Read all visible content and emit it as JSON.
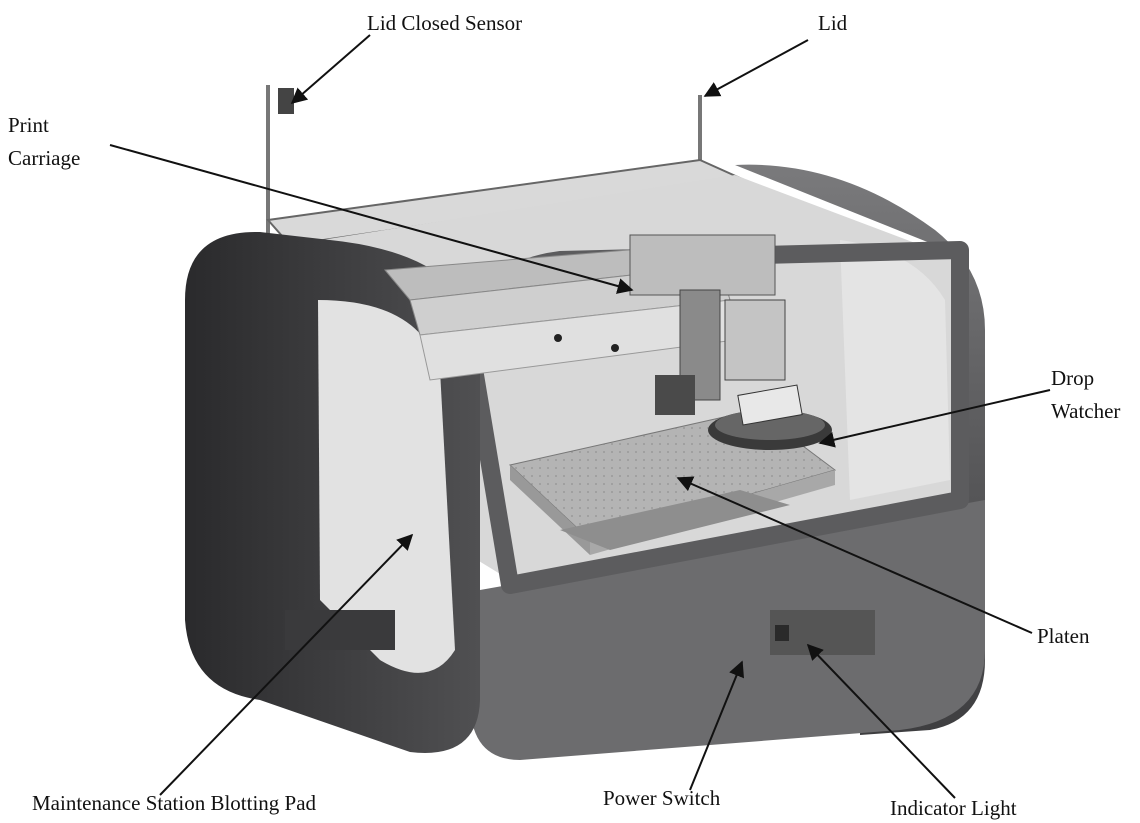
{
  "labels": {
    "lid_closed_sensor": "Lid Closed Sensor",
    "lid": "Lid",
    "print_carriage_line1": "Print",
    "print_carriage_line2": "Carriage",
    "drop_watcher_line1": "Drop",
    "drop_watcher_line2": "Watcher",
    "platen": "Platen",
    "maintenance_station": "Maintenance Station Blotting Pad",
    "power_switch": "Power Switch",
    "indicator_light": "Indicator Light"
  },
  "colors": {
    "body_dark": "#4a4a4c",
    "body_mid": "#6b6b6d",
    "body_light": "#9a9a9c",
    "window": "#e6e6e6",
    "interior": "#c9c9c9",
    "platen": "#b8b8b8",
    "leader": "#111111"
  }
}
